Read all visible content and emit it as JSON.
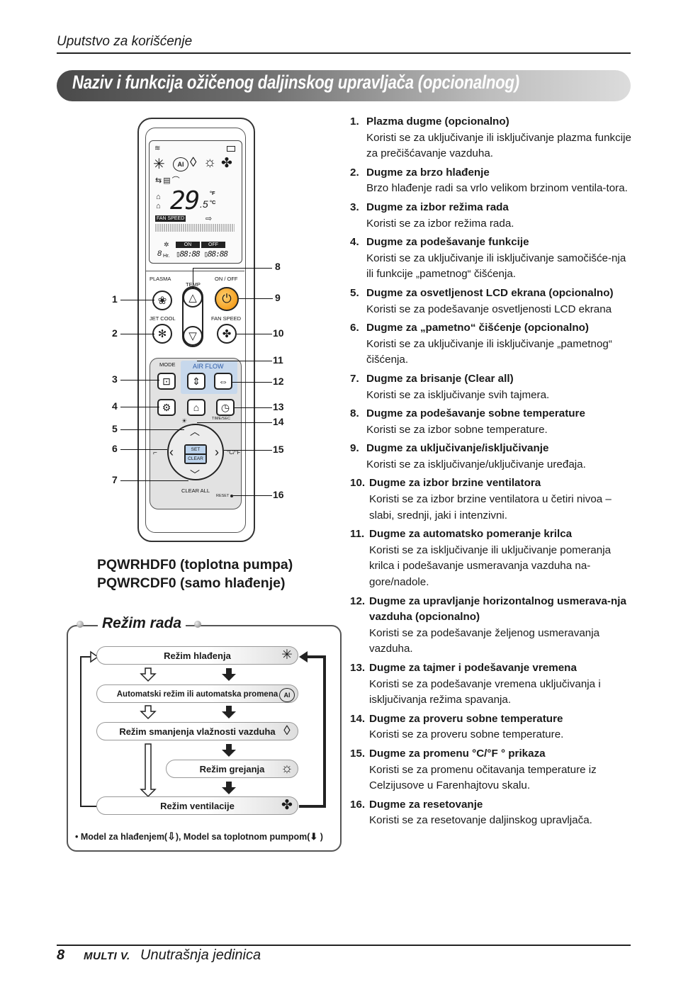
{
  "header": {
    "section": "Uputstvo za korišćenje"
  },
  "title": "Naziv i funkcija ožičenog daljinskog upravljača (opcionalnog)",
  "remote": {
    "lcd": {
      "temperature": "29",
      "decimal": ".5",
      "unit_f": "°F",
      "unit_c": "°C",
      "fan_speed": "FAN SPEED",
      "on": "ON",
      "off": "OFF",
      "hr": "Hr."
    },
    "labels": {
      "plasma": "PLASMA",
      "temp": "TEMP",
      "on_off": "ON / OFF",
      "jet_cool": "JET COOL",
      "fan_speed": "FAN SPEED",
      "mode": "MODE",
      "air_flow": "AIR FLOW",
      "time_sec": "TIME/SEC",
      "set": "SET",
      "clear": "CLEAR",
      "clear_all": "CLEAR ALL",
      "reset": "RESET"
    },
    "callouts_left": [
      "1",
      "2",
      "3",
      "4",
      "5",
      "6",
      "7"
    ],
    "callouts_right": [
      "8",
      "9",
      "10",
      "11",
      "12",
      "13",
      "14",
      "15",
      "16"
    ]
  },
  "models": [
    "PQWRHDF0 (toplotna pumpa)",
    "PQWRCDF0 (samo hlađenje)"
  ],
  "mode_section": {
    "heading": "Režim rada",
    "modes": [
      "Režim hlađenja",
      "Automatski režim ili automatska promena",
      "Režim smanjenja vlažnosti vazduha",
      "Režim grejanja",
      "Režim ventilacije"
    ],
    "icons": [
      "snowflake-icon",
      "auto-ai-icon",
      "droplet-icon",
      "sun-icon",
      "fan-icon"
    ],
    "ai_text": "AI",
    "footnote_a": "• Model za hlađenjem(",
    "footnote_b": "), Model sa toplotnom pumpom(",
    "footnote_c": " )"
  },
  "functions": [
    {
      "num": "1.",
      "title": "Plazma dugme (opcionalno)",
      "desc": "Koristi se za uključivanje ili isključivanje plazma funkcije za prečišćavanje vazduha."
    },
    {
      "num": "2.",
      "title": "Dugme za brzo hlađenje",
      "desc": "Brzo hlađenje radi sa vrlo velikom brzinom ventila-tora."
    },
    {
      "num": "3.",
      "title": "Dugme za izbor režima rada",
      "desc": "Koristi se za izbor režima rada."
    },
    {
      "num": "4.",
      "title": "Dugme za podešavanje funkcije",
      "desc": "Koristi se za uključivanje ili isključivanje samočišće-nja ili funkcije „pametnog“ čišćenja."
    },
    {
      "num": "5.",
      "title": "Dugme za osvetljenost LCD ekrana (opcionalno)",
      "desc": "Koristi se za podešavanje osvetljenosti LCD ekrana"
    },
    {
      "num": "6.",
      "title": "Dugme za „pametno“ čišćenje (opcionalno)",
      "desc": "Koristi se za uključivanje ili isključivanje „pametnog“ čišćenja."
    },
    {
      "num": "7.",
      "title": "Dugme za brisanje (Clear all)",
      "desc": "Koristi se za isključivanje svih tajmera."
    },
    {
      "num": "8.",
      "title": "Dugme za podešavanje sobne temperature",
      "desc": "Koristi se za izbor sobne temperature."
    },
    {
      "num": "9.",
      "title": "Dugme za uključivanje/isključivanje",
      "desc": "Koristi se za isključivanje/uključivanje uređaja."
    },
    {
      "num": "10.",
      "title": "Dugme za izbor brzine ventilatora",
      "desc": "Koristi se za izbor brzine ventilatora u četiri nivoa – slabi, srednji, jaki i intenzivni."
    },
    {
      "num": "11.",
      "title": "Dugme za automatsko pomeranje krilca",
      "desc": "Koristi se za isključivanje ili uključivanje pomeranja krilca i podešavanje usmeravanja vazduha na-gore/nadole."
    },
    {
      "num": "12.",
      "title": "Dugme za upravljanje horizontalnog usmerava-nja vazduha (opcionalno)",
      "desc": "Koristi se za podešavanje željenog usmeravanja vazduha."
    },
    {
      "num": "13.",
      "title": "Dugme za tajmer i podešavanje vremena",
      "desc": "Koristi se za podešavanje vremena uključivanja i isključivanja režima spavanja."
    },
    {
      "num": "14.",
      "title": "Dugme za proveru sobne temperature",
      "desc": "Koristi se za proveru sobne temperature."
    },
    {
      "num": "15.",
      "title": "Dugme za promenu °C/°F ° prikaza",
      "desc": "Koristi se za promenu očitavanja temperature iz Celzijusove u Farenhajtovu skalu."
    },
    {
      "num": "16.",
      "title": "Dugme za resetovanje",
      "desc": "Koristi se za resetovanje daljinskog upravljača."
    }
  ],
  "footer": {
    "page": "8",
    "logo": "MULTI V.",
    "text": "Unutrašnja jedinica"
  }
}
